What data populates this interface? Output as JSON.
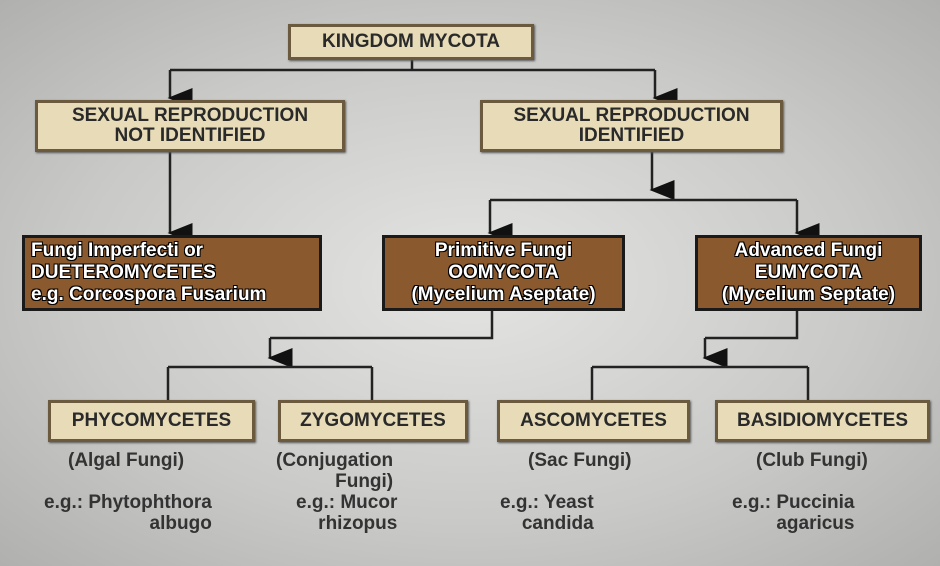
{
  "root": "KINGDOM MYCOTA",
  "level1": [
    {
      "line1": "SEXUAL REPRODUCTION",
      "line2": "NOT IDENTIFIED"
    },
    {
      "line1": "SEXUAL REPRODUCTION",
      "line2": "IDENTIFIED"
    }
  ],
  "level2": [
    {
      "line1": "Fungi Imperfecti or",
      "line2": "DUETEROMYCETES",
      "line3": "e.g. Corcospora Fusarium"
    },
    {
      "line1": "Primitive Fungi",
      "line2": "OOMYCOTA",
      "line3": "(Mycelium Aseptate)"
    },
    {
      "line1": "Advanced Fungi",
      "line2": "EUMYCOTA",
      "line3": "(Mycelium Septate)"
    }
  ],
  "level3": [
    {
      "name": "PHYCOMYCETES",
      "common": "(Algal Fungi)",
      "common2": "",
      "eg": "e.g.: Phytophthora",
      "eg2": "albugo"
    },
    {
      "name": "ZYGOMYCETES",
      "common": "(Conjugation",
      "common2": "Fungi)",
      "eg": "e.g.: Mucor",
      "eg2": "rhizopus"
    },
    {
      "name": "ASCOMYCETES",
      "common": "(Sac Fungi)",
      "common2": "",
      "eg": "e.g.: Yeast",
      "eg2": "candida"
    },
    {
      "name": "BASIDIOMYCETES",
      "common": "(Club Fungi)",
      "common2": "",
      "eg": "e.g.: Puccinia",
      "eg2": "agaricus"
    }
  ]
}
